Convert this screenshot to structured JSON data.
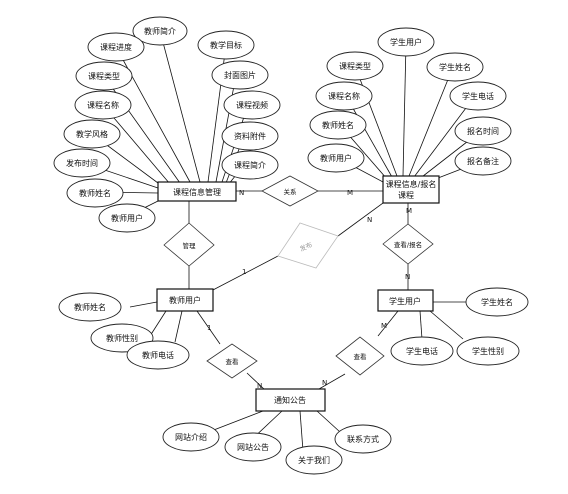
{
  "entities": {
    "course_info": "课程信息管理",
    "course_signup": [
      "课程信息/报名",
      "课程"
    ],
    "teacher_user": "教师用户",
    "student_user": "学生用户",
    "notice": "通知公告"
  },
  "relationships": {
    "relation": "关系",
    "manage": "管理",
    "publish": "发布",
    "view_signup": "查看/报名",
    "view_left": "查看",
    "view_right": "查看"
  },
  "cardinality": {
    "n": "N",
    "m": "M",
    "one": "1"
  },
  "course_info_attrs": {
    "teacher_intro": "教师简介",
    "course_progress": "课程进度",
    "teaching_goal": "教学目标",
    "course_type": "课程类型",
    "cover_image": "封面图片",
    "course_name": "课程名称",
    "course_video": "课程视频",
    "teaching_style": "教学风格",
    "attachment": "资料附件",
    "publish_time": "发布时间",
    "course_intro": "课程简介",
    "teacher_name": "教师姓名",
    "teacher_user": "教师用户"
  },
  "signup_attrs": {
    "student_user": "学生用户",
    "course_type": "课程类型",
    "student_name": "学生姓名",
    "course_name": "课程名称",
    "student_phone": "学生电话",
    "teacher_name": "教师姓名",
    "signup_time": "报名时间",
    "teacher_user": "教师用户",
    "signup_note": "报名备注"
  },
  "teacher_attrs": {
    "teacher_name": "教师姓名",
    "teacher_gender": "教师性别",
    "teacher_phone": "教师电话"
  },
  "student_attrs": {
    "student_name": "学生姓名",
    "student_phone": "学生电话",
    "student_gender": "学生性别"
  },
  "notice_attrs": {
    "site_intro": "网站介绍",
    "site_notice": "网站公告",
    "about_us": "关于我们",
    "contact": "联系方式"
  }
}
